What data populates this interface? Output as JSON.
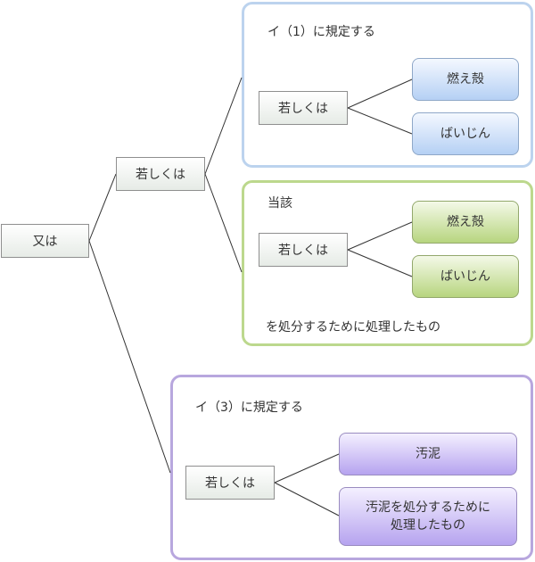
{
  "root": {
    "label": "又は"
  },
  "branch": {
    "label": "若しくは"
  },
  "groups": [
    {
      "id": "blue",
      "header": "イ（1）に規定する",
      "connector": "若しくは",
      "items": [
        "燃え殻",
        "ばいじん"
      ]
    },
    {
      "id": "green",
      "header": "当該",
      "connector": "若しくは",
      "items": [
        "燃え殻",
        "ばいじん"
      ],
      "footer": "を処分するために処理したもの"
    },
    {
      "id": "purple",
      "header": "イ（3）に規定する",
      "connector": "若しくは",
      "items": [
        "汚泥",
        "汚泥を処分するために\n処理したもの"
      ]
    }
  ],
  "colors": {
    "blue_border": "#bcd3ee",
    "green_border": "#bcd88d",
    "purple_border": "#b8a7de"
  }
}
